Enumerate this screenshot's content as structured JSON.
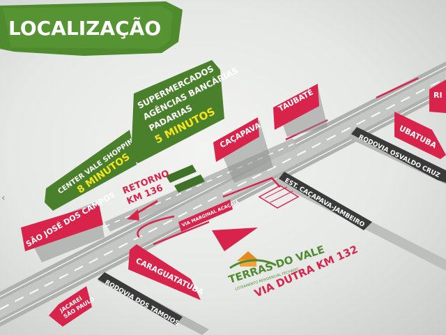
{
  "title": "LOCALIZAÇÃO",
  "colors": {
    "green": "#4f8a2f",
    "dark_green": "#2f5e22",
    "red": "#d8234a",
    "yellow": "#f5e51b",
    "road": "#a9aca9",
    "dark_sign": "#3a3a3a",
    "label_white": "#ffffff"
  },
  "signs": {
    "center_vale": {
      "line1": "CENTER VALE SHOPPING",
      "line2": "8 MINUTOS"
    },
    "supermercados": {
      "line1": "SUPERMERCADOS",
      "line2": "AGÊNCIAS BANCÁRIAS",
      "line3": "PADARIAS",
      "line4": "5 MINUTOS"
    },
    "retorno": {
      "line1": "RETORNO",
      "line2": "KM 136"
    },
    "cacapava": "CAÇAPAVA",
    "taubate": "TAUBATÉ",
    "ubatuba": "UBATUBA",
    "rio_partial": "RI",
    "sao_jose": "SÃO JOSÉ DOS CAMPOS",
    "caraguatatuba": "CARAGUATATUBA",
    "jacarei": {
      "line1": "JACAREÍ",
      "line2": "SÃO PAULO"
    },
    "via_dutra": "VIA DUTRA KM 132",
    "via_marginal": "VIA MARGINAL ACAÇAIÁ"
  },
  "roads": {
    "osvaldo_cruz": "RODOVIA OSVALDO CRUZ",
    "est_cacapava": {
      "line1": "EST. CAÇAPAVA-JAMBEIRO"
    },
    "tamoios": "RODOVIA DOS TAMOIOS"
  },
  "logo": {
    "name": "TERRAS DO VALE",
    "tagline": "LOTEAMENTO RESIDENCIAL FECHADO"
  },
  "icons": [
    "arrow-icon",
    "house-logo-icon"
  ]
}
